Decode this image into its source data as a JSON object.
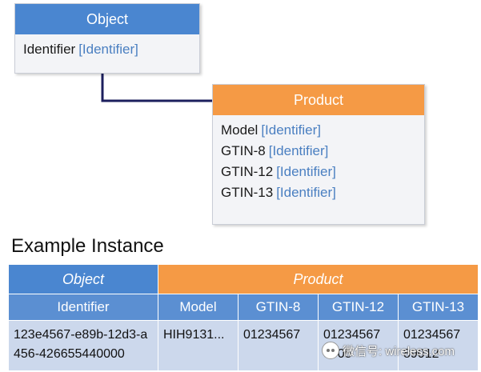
{
  "object_entity": {
    "title": "Object",
    "attributes": [
      {
        "name": "Identifier",
        "type": "[Identifier]"
      }
    ]
  },
  "product_entity": {
    "title": "Product",
    "attributes": [
      {
        "name": "Model",
        "type": "[Identifier]"
      },
      {
        "name": "GTIN-8",
        "type": "[Identifier]"
      },
      {
        "name": "GTIN-12",
        "type": "[Identifier]"
      },
      {
        "name": "GTIN-13",
        "type": "[Identifier]"
      }
    ]
  },
  "example": {
    "title": "Example Instance",
    "groups": {
      "object": "Object",
      "product": "Product"
    },
    "columns": [
      "Identifier",
      "Model",
      "GTIN-8",
      "GTIN-12",
      "GTIN-13"
    ],
    "row": [
      "123e4567-e89b-12d3-a456-426655440000",
      "HIH9131...",
      "01234567",
      "01234567 8905",
      "01234567 89012"
    ]
  },
  "watermark": "微信号: wireless.com",
  "colors": {
    "object_header": "#4a86d0",
    "product_header": "#f59a45",
    "connector": "#1c1f5e",
    "type_text": "#4a7fc1",
    "cell_bg": "#ccd8ec"
  }
}
